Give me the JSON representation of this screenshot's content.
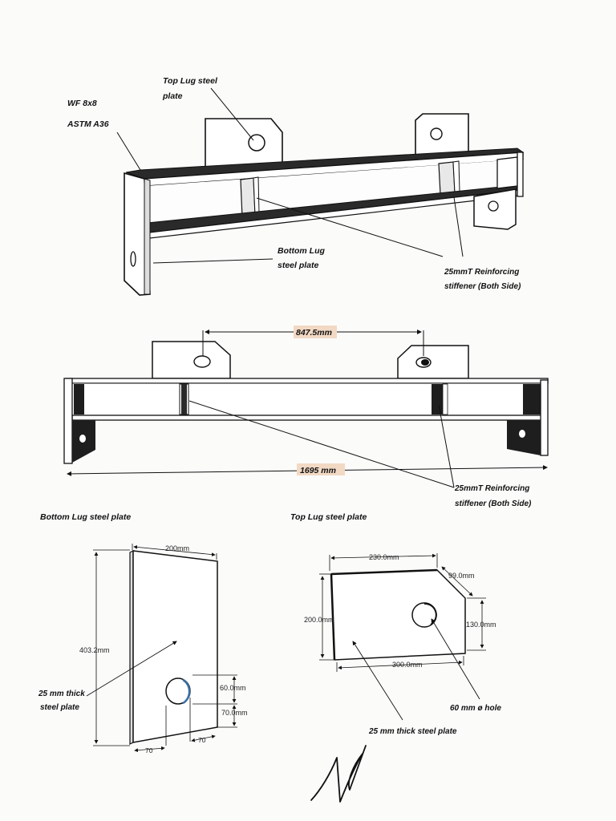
{
  "colors": {
    "ink": "#111111",
    "steel": "#2a2a2a",
    "plate": "#ffffff",
    "highlight": "#f2d9c4"
  },
  "iso_view": {
    "beam_label_1": "WF 8x8",
    "beam_label_2": "ASTM A36",
    "top_lug_label_1": "Top Lug steel",
    "top_lug_label_2": "plate",
    "bottom_lug_label_1": "Bottom Lug",
    "bottom_lug_label_2": "steel plate",
    "stiffener_label_1": "25mmT Reinforcing",
    "stiffener_label_2": "stiffener (Both Side)"
  },
  "front_view": {
    "lug_spacing": "847.5mm",
    "overall_length": "1695 mm",
    "stiffener_label_1": "25mmT Reinforcing",
    "stiffener_label_2": "stiffener (Both Side)"
  },
  "bottom_lug": {
    "title": "Bottom Lug steel plate",
    "width": "200mm",
    "height": "403.2mm",
    "thickness_label_1": "25 mm thick",
    "thickness_label_2": "steel plate",
    "hole_offset_top": "60.0mm",
    "hole_offset_bottom": "70.0mm",
    "edge_left": "70",
    "edge_right": "70"
  },
  "top_lug": {
    "title": "Top Lug steel plate",
    "top_width": "230.0mm",
    "chamfer": "99.0mm",
    "height_left": "200.0mm",
    "height_right": "130.0mm",
    "bottom_width": "300.0mm",
    "hole_label": "60 mm ø hole",
    "thickness_label": "25 mm thick steel plate"
  }
}
